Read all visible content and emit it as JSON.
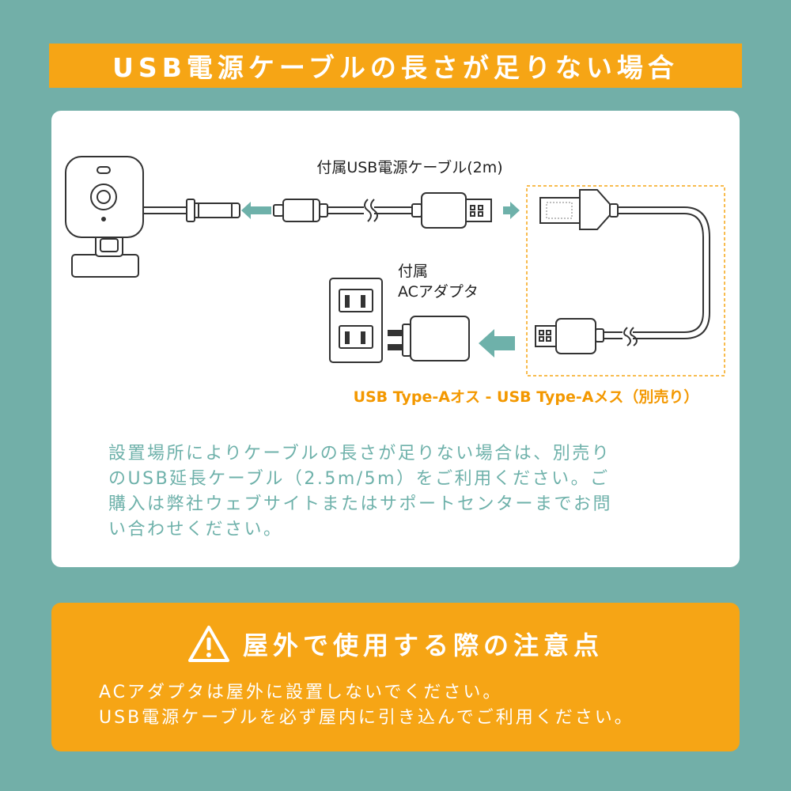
{
  "title": "USB電源ケーブルの長さが足りない場合",
  "diagram": {
    "cable_label": "付属USB電源ケーブル(2m)",
    "adapter_label_line1": "付属",
    "adapter_label_line2": "ACアダプタ",
    "extension_label": "USB Type-Aオス - USB Type-Aメス（別売り）"
  },
  "note": {
    "lines": [
      "設置場所によりケーブルの長さが足りない場合は、別売り",
      "のUSB延長ケーブル（2.5m/5m）をご利用ください。ご",
      "購入は弊社ウェブサイトまたはサポートセンターまでお問",
      "い合わせください。"
    ]
  },
  "warning": {
    "title": "屋外で使用する際の注意点",
    "icon": "warning-triangle-icon",
    "lines": [
      "ACアダプタは屋外に設置しないでください。",
      "USB電源ケーブルを必ず屋内に引き込んでご利用ください。"
    ]
  },
  "colors": {
    "background": "#72afa8",
    "accent": "#f6a515",
    "note_text": "#6eb1aa",
    "arrow": "#6eb1aa",
    "extension_label": "#f39800"
  }
}
